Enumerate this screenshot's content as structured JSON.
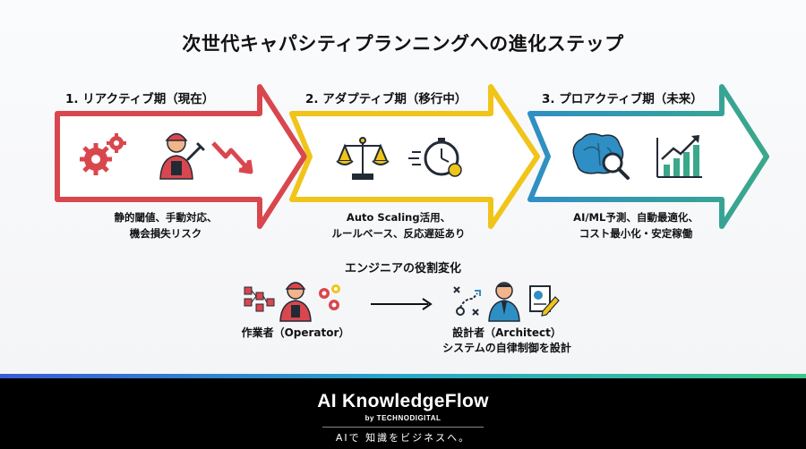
{
  "title": "次世代キャパシティプランニングへの進化ステップ",
  "stages": [
    {
      "label": "1. リアクティブ期（現在）",
      "desc_line1": "静的閾値、手動対応、",
      "desc_line2": "機会損失リスク",
      "color": "#d9474e"
    },
    {
      "label": "2. アダプティブ期（移行中）",
      "desc_line1": "Auto Scaling活用、",
      "desc_line2": "ルールベース、反応遅延あり",
      "color": "#f0c419"
    },
    {
      "label": "3. プロアクティブ期（未来）",
      "desc_line1": "AI/ML予測、自動最適化、",
      "desc_line2": "コスト最小化・安定稼働",
      "color": "#2f8fc4"
    }
  ],
  "role_section": {
    "title": "エンジニアの役割変化",
    "from_label": "作業者（Operator）",
    "to_label_line1": "設計者（Architect）",
    "to_label_line2": "システムの自律制御を設計"
  },
  "footer": {
    "brand": "AI KnowledgeFlow",
    "by": "by TECHNODIGITAL",
    "tagline": "AIで 知識をビジネスへ。"
  },
  "colors": {
    "red": "#d9474e",
    "yellow": "#f0c419",
    "blue": "#2f8fc4",
    "teal": "#3aa88a",
    "ink": "#222a35"
  }
}
